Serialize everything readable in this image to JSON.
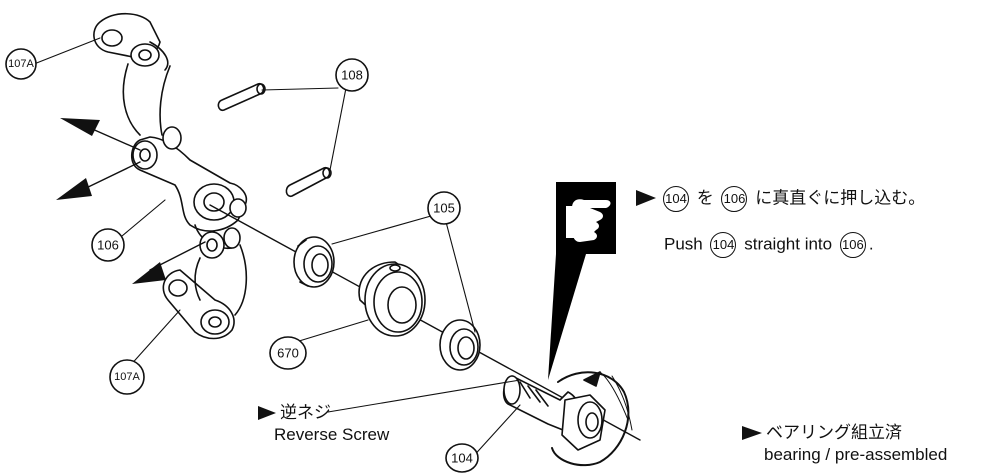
{
  "callouts": {
    "part_107a_top": "107A",
    "part_107a_bottom": "107A",
    "part_108": "108",
    "part_106": "106",
    "part_105": "105",
    "part_670": "670",
    "part_104": "104"
  },
  "instruction": {
    "jp_part_a": "104",
    "jp_text_1": "を",
    "jp_part_b": "106",
    "jp_text_2": "に真直ぐに押し込む。",
    "en_text_1": "Push",
    "en_part_a": "104",
    "en_text_2": "straight into",
    "en_part_b": "106",
    "en_text_3": "."
  },
  "reverse_screw": {
    "jp": "逆ネジ",
    "en": "Reverse Screw"
  },
  "bearing_note": {
    "jp": "ベアリング組立済",
    "en": "bearing / pre-assembled"
  },
  "icons": [
    "pointing-hand-icon",
    "rotation-arrow-icon"
  ]
}
